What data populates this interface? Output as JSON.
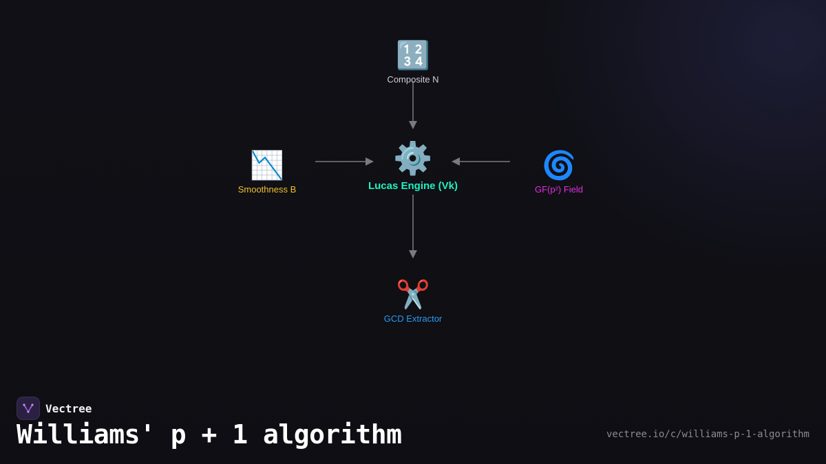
{
  "diagram": {
    "nodes": [
      {
        "id": "composite",
        "icon": "🔢",
        "icon_name": "input-numbers-icon",
        "label": "Composite N",
        "color": "#cfcfd6"
      },
      {
        "id": "smooth",
        "icon": "📉",
        "icon_name": "chart-decreasing-icon",
        "label": "Smoothness B",
        "color": "#f2c12e"
      },
      {
        "id": "lucas",
        "icon": "⚙️",
        "icon_name": "gear-icon",
        "label": "Lucas Engine (Vk)",
        "color": "#22f0c0"
      },
      {
        "id": "gf",
        "icon": "🌀",
        "icon_name": "cyclone-icon",
        "label": "GF(p²) Field",
        "color": "#e030e0"
      },
      {
        "id": "gcd",
        "icon": "✂️",
        "icon_name": "scissors-icon",
        "label": "GCD Extractor",
        "color": "#2d9bf0"
      }
    ],
    "edges": [
      {
        "from": "composite",
        "to": "lucas"
      },
      {
        "from": "smooth",
        "to": "lucas"
      },
      {
        "from": "gf",
        "to": "lucas"
      },
      {
        "from": "lucas",
        "to": "gcd"
      }
    ],
    "edge_color": "#7a7a80"
  },
  "footer": {
    "brand_name": "Vectree",
    "title": "Williams' p + 1 algorithm",
    "url": "vectree.io/c/williams-p-1-algorithm"
  }
}
